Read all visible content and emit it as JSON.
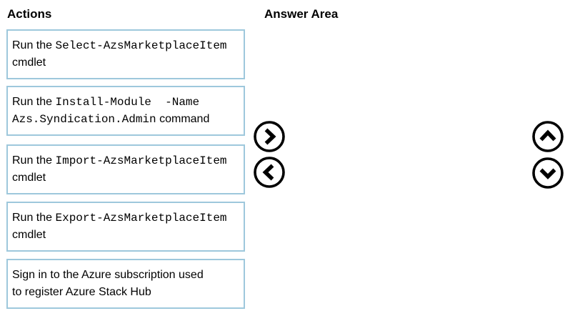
{
  "headers": {
    "actions": "Actions",
    "answer_area": "Answer Area"
  },
  "actions": {
    "items": [
      {
        "lines": [
          [
            {
              "t": "Run the ",
              "mono": false
            },
            {
              "t": "Select-AzsMarketplaceItem",
              "mono": true
            }
          ],
          [
            {
              "t": "cmdlet",
              "mono": false
            }
          ]
        ]
      },
      {
        "lines": [
          [
            {
              "t": "Run the ",
              "mono": false
            },
            {
              "t": "Install-Module  -Name",
              "mono": true
            }
          ],
          [
            {
              "t": "Azs.Syndication.Admin",
              "mono": true
            },
            {
              "t": " command",
              "mono": false
            }
          ]
        ]
      },
      {
        "lines": [
          [
            {
              "t": "Run the ",
              "mono": false
            },
            {
              "t": "Import-AzsMarketplaceItem",
              "mono": true
            }
          ],
          [
            {
              "t": "cmdlet",
              "mono": false
            }
          ]
        ]
      },
      {
        "lines": [
          [
            {
              "t": "Run the ",
              "mono": false
            },
            {
              "t": "Export-AzsMarketplaceItem",
              "mono": true
            }
          ],
          [
            {
              "t": "cmdlet",
              "mono": false
            }
          ]
        ]
      },
      {
        "lines": [
          [
            {
              "t": "Sign in to the Azure subscription used",
              "mono": false
            }
          ],
          [
            {
              "t": "to register Azure Stack Hub",
              "mono": false
            }
          ]
        ]
      }
    ]
  },
  "controls": {
    "move_right_icon": "chevron-right",
    "move_left_icon": "chevron-left",
    "move_up_icon": "chevron-up",
    "move_down_icon": "chevron-down"
  },
  "colors": {
    "box_border": "#9ec8dc",
    "arrow": "#000000",
    "text": "#000000",
    "background": "#ffffff"
  }
}
